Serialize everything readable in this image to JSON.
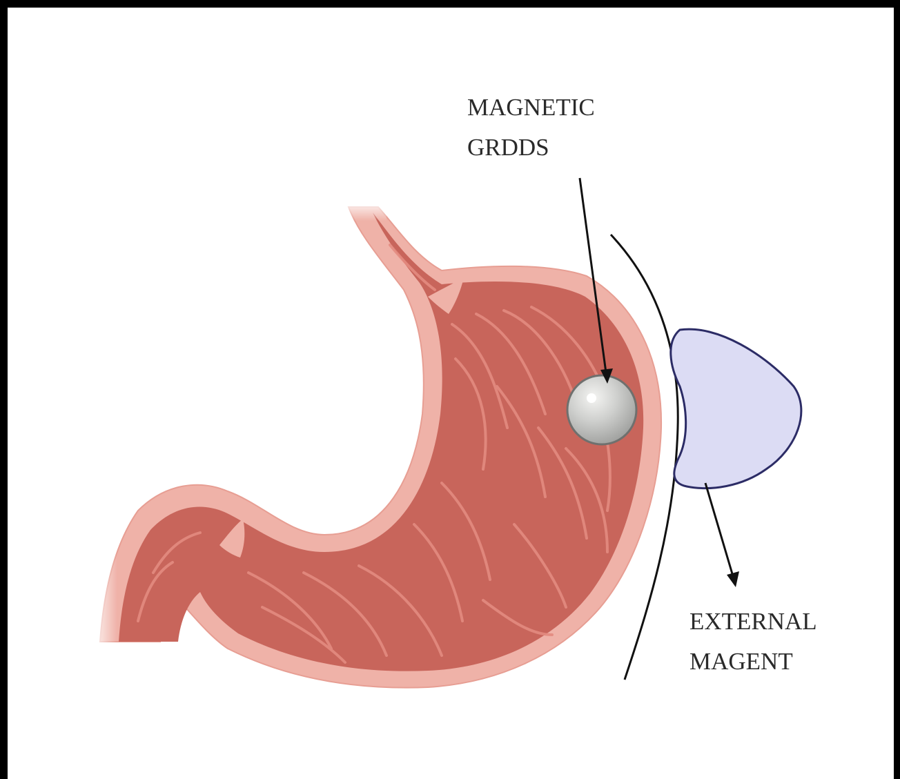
{
  "labels": {
    "magnetic_grdds": {
      "line1": "MAGNETIC",
      "line2": "GRDDS"
    },
    "external_magent": {
      "line1": "EXTERNAL",
      "line2": "MAGENT"
    }
  },
  "colors": {
    "stomach_outer": "#efb2a8",
    "stomach_inner": "#c8655b",
    "stomach_folds": "#e38b80",
    "magnet_fill": "#dcdcf4",
    "magnet_stroke": "#2c2c66",
    "sphere": "#c9cac8",
    "frame": "#000000"
  },
  "icons": {
    "organ": "stomach-icon",
    "device": "magnetic-sphere-icon",
    "magnet": "external-magnet-icon"
  }
}
